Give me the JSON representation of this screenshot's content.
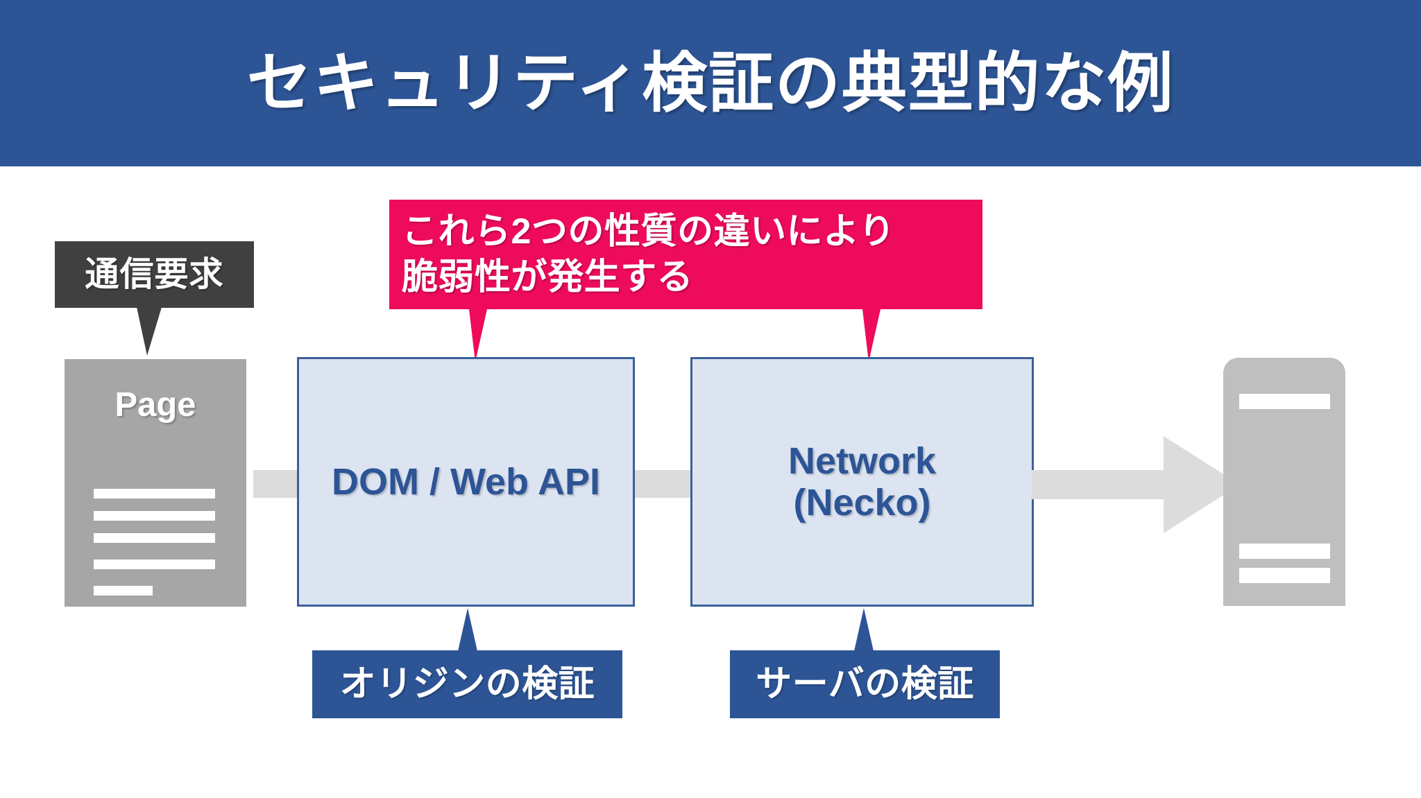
{
  "header": {
    "title": "セキュリティ検証の典型的な例",
    "background_color": "#2D5596",
    "text_color": "#FFFFFF"
  },
  "diagram": {
    "page_document": {
      "label": "Page",
      "fill_color": "#A6A6A6",
      "text_line_count": 5
    },
    "request_callout": {
      "text": "通信要求",
      "background_color": "#404040",
      "text_color": "#FFFFFF"
    },
    "warning_callout": {
      "line1": "これら2つの性質の違いにより",
      "line2": "脆弱性が発生する",
      "background_color": "#EE0B5B",
      "text_color": "#FFFFFF",
      "pointer_count": 2
    },
    "process_boxes": [
      {
        "id": "dom",
        "label": "DOM / Web API",
        "fill_color": "#DCE4F2",
        "border_color": "#3A6099",
        "text_color": "#2D5596"
      },
      {
        "id": "network",
        "label_line1": "Network",
        "label_line2": "(Necko)",
        "fill_color": "#DCE4F2",
        "border_color": "#3A6099",
        "text_color": "#2D5596"
      }
    ],
    "validation_labels": [
      {
        "id": "origin",
        "text": "オリジンの検証",
        "background_color": "#2D5596",
        "text_color": "#FFFFFF"
      },
      {
        "id": "server",
        "text": "サーバの検証",
        "background_color": "#2D5596",
        "text_color": "#FFFFFF"
      }
    ],
    "server": {
      "slot_count": 3,
      "fill_color": "#BFBFBF"
    },
    "connectors": {
      "color": "#DCDCDC",
      "arrow_direction": "right"
    }
  }
}
